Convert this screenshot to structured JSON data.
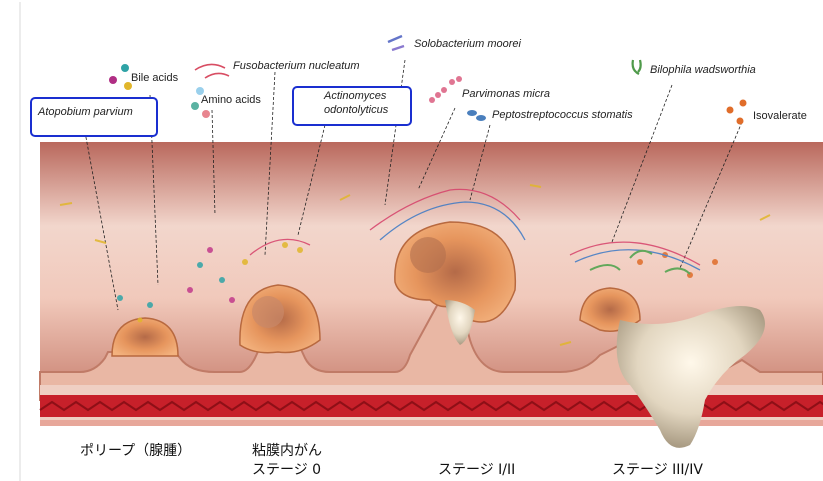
{
  "labels": {
    "atopobium": "Atopobium parvium",
    "bile_acids": "Bile acids",
    "amino_acids": "Amino acids",
    "fusobacterium": "Fusobacterium nucleatum",
    "actinomyces_line1": "Actinomyces",
    "actinomyces_line2": "odontolyticus",
    "solobacterium": "Solobacterium moorei",
    "parvimonas": "Parvimonas micra",
    "peptostreptococcus": "Peptostreptococcus stomatis",
    "bilophila": "Bilophila wadsworthia",
    "isovalerate": "Isovalerate"
  },
  "stages": {
    "polyp": "ポリープ（腺腫）",
    "intramucosal_line1": "粘膜内がん",
    "intramucosal_line2": "ステージ 0",
    "stage_1_2": "ステージ I/II",
    "stage_3_4": "ステージ III/IV"
  },
  "colors": {
    "highlight_box": "#1a2fd0",
    "tissue": "#c98474",
    "vessel": "#c7202a",
    "tumor": "#e3915a"
  },
  "icons": [
    "bacterium-icon",
    "molecule-icon"
  ]
}
